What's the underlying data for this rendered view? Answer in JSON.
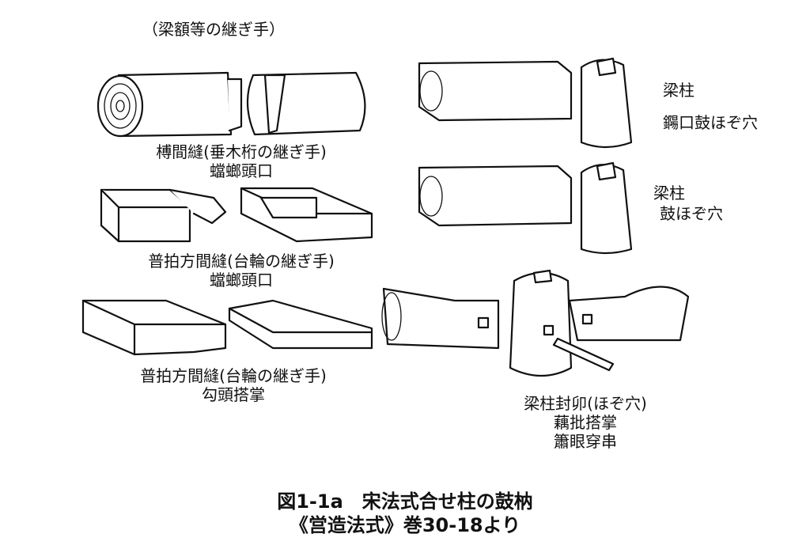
{
  "header": {
    "note": "（梁額等の継ぎ手）"
  },
  "joints": [
    {
      "line1": "榑間縫(垂木桁の継ぎ手)",
      "line2": "蟷螂頭口"
    },
    {
      "line1": "普拍方間縫(台輪の継ぎ手)",
      "line2": "蟷螂頭口"
    },
    {
      "line1": "普拍方間縫(台輪の継ぎ手)",
      "line2": "勾頭搭掌"
    },
    {
      "line1": "梁柱",
      "line2": "鐊口鼓ほぞ穴"
    },
    {
      "line1": "梁柱",
      "line2": "鼓ほぞ穴"
    },
    {
      "line1": "梁柱封卯(ほぞ穴)",
      "line2": "藕批搭掌",
      "line3": "簫眼穿串"
    }
  ],
  "caption": {
    "line1": "図1-1a　宋法式合せ柱の鼓枘",
    "line2": "《営造法式》巻30-18より"
  }
}
